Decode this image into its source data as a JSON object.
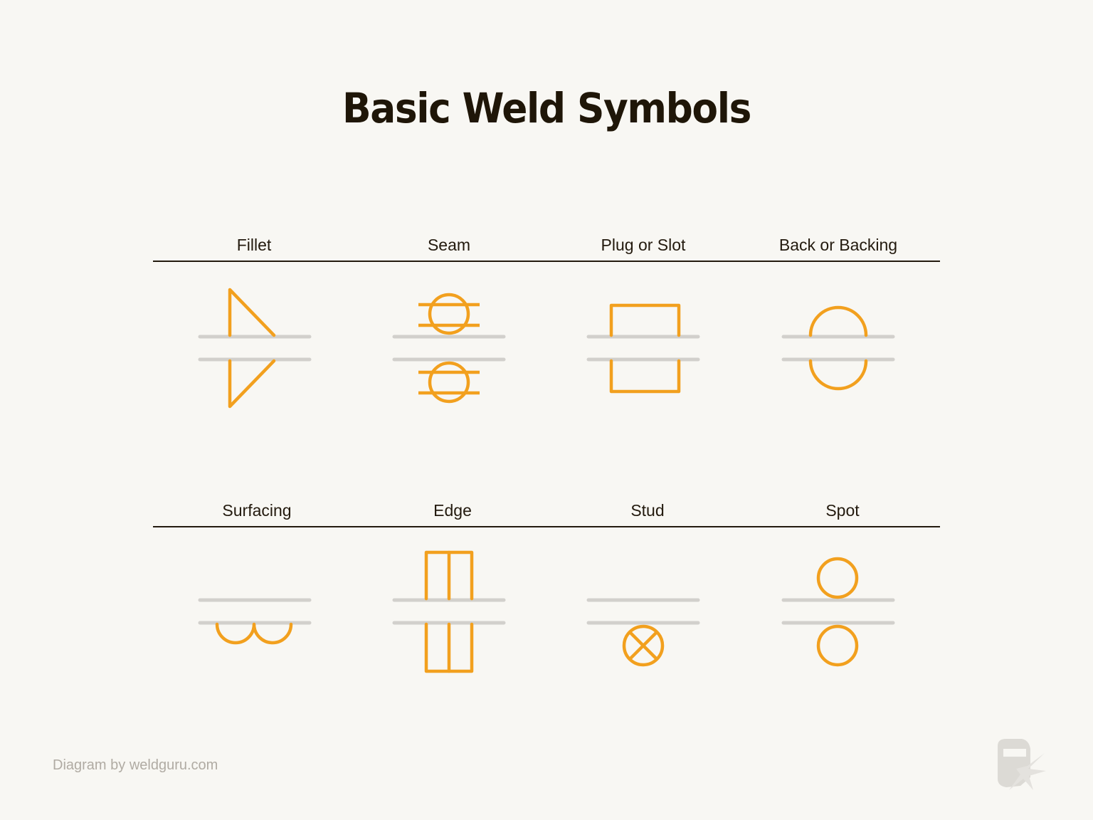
{
  "title": "Basic Weld Symbols",
  "colors": {
    "background": "#f8f7f3",
    "symbol": "#f2a01e",
    "reference_line": "#d2d0cc",
    "text": "#231a0e",
    "credit": "#b0aba3"
  },
  "rows": [
    {
      "items": [
        {
          "label": "Fillet"
        },
        {
          "label": "Seam"
        },
        {
          "label": "Plug or Slot"
        },
        {
          "label": "Back or Backing"
        }
      ]
    },
    {
      "items": [
        {
          "label": "Surfacing"
        },
        {
          "label": "Edge"
        },
        {
          "label": "Stud"
        },
        {
          "label": "Spot"
        }
      ]
    }
  ],
  "credit": "Diagram by weldguru.com",
  "logo": "welding-helmet-spark-icon"
}
